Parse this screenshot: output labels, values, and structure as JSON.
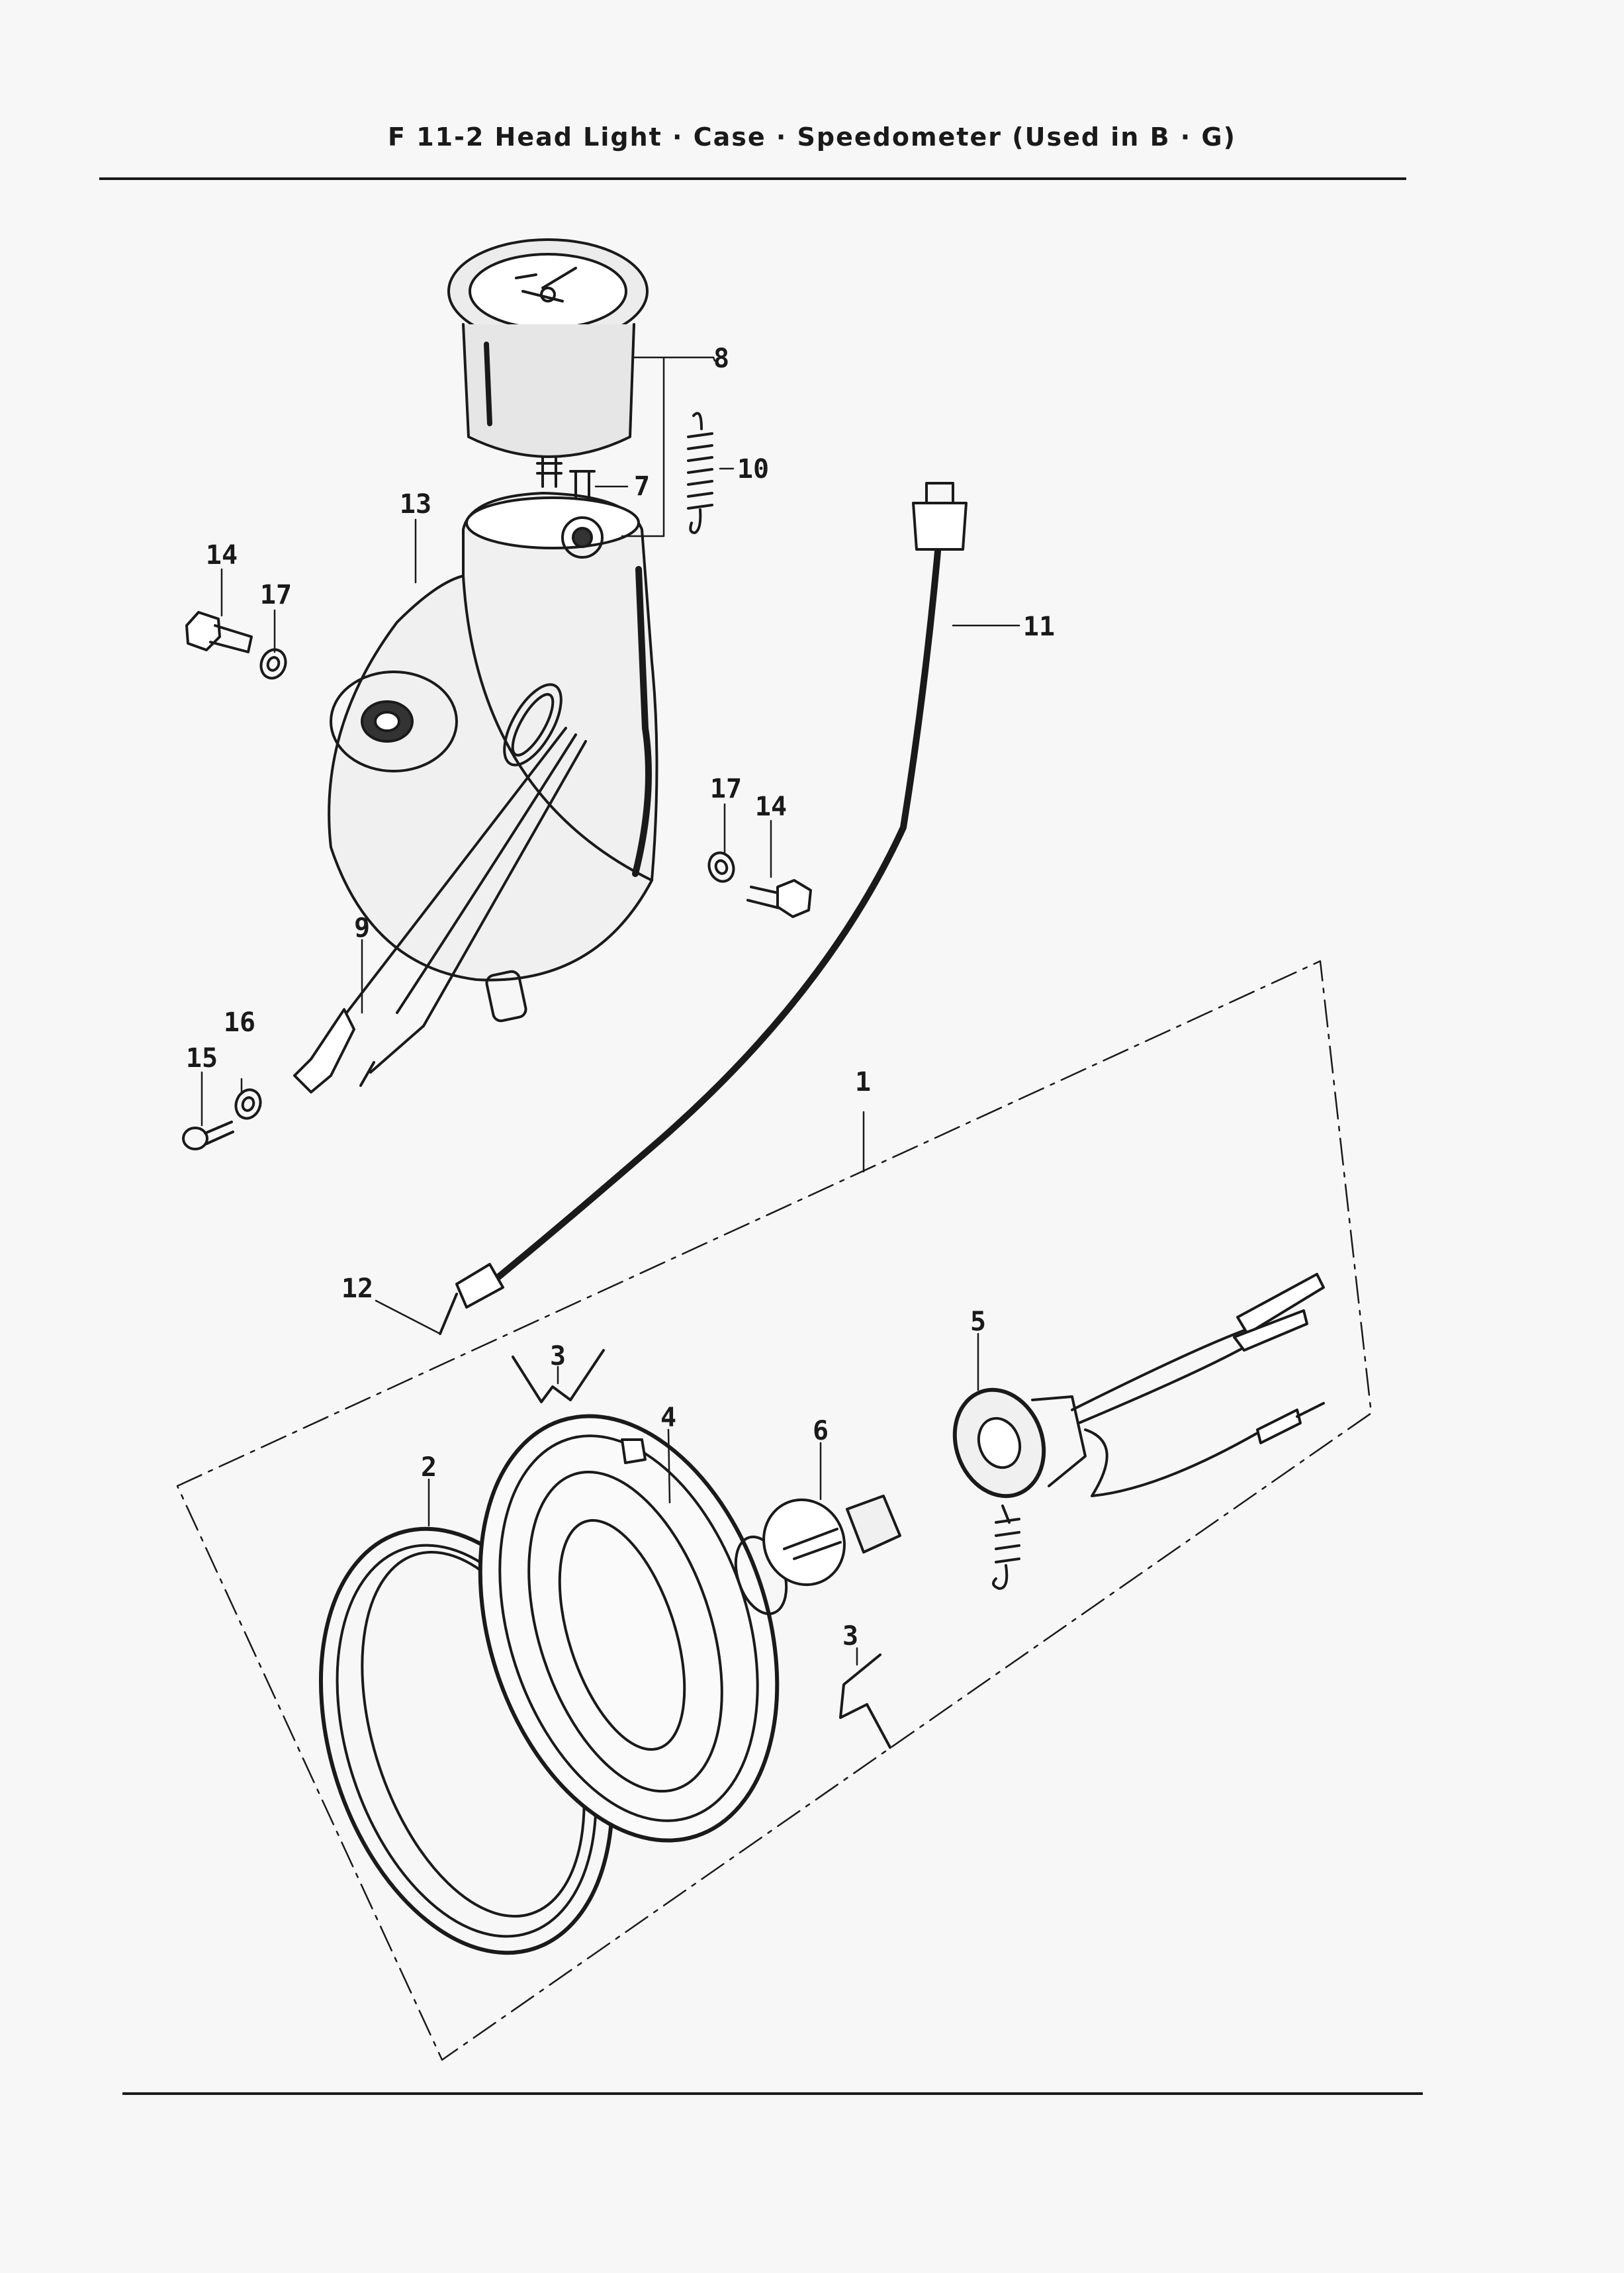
{
  "header": {
    "title": "F 11-2 Head Light · Case · Speedometer (Used in B · G)"
  },
  "callouts": {
    "c1": "1",
    "c2": "2",
    "c3a": "3",
    "c3b": "3",
    "c4": "4",
    "c5": "5",
    "c6": "6",
    "c7": "7",
    "c8": "8",
    "c9": "9",
    "c10": "10",
    "c11": "11",
    "c12": "12",
    "c13": "13",
    "c14a": "14",
    "c14b": "14",
    "c15": "15",
    "c16": "16",
    "c17a": "17",
    "c17b": "17"
  }
}
